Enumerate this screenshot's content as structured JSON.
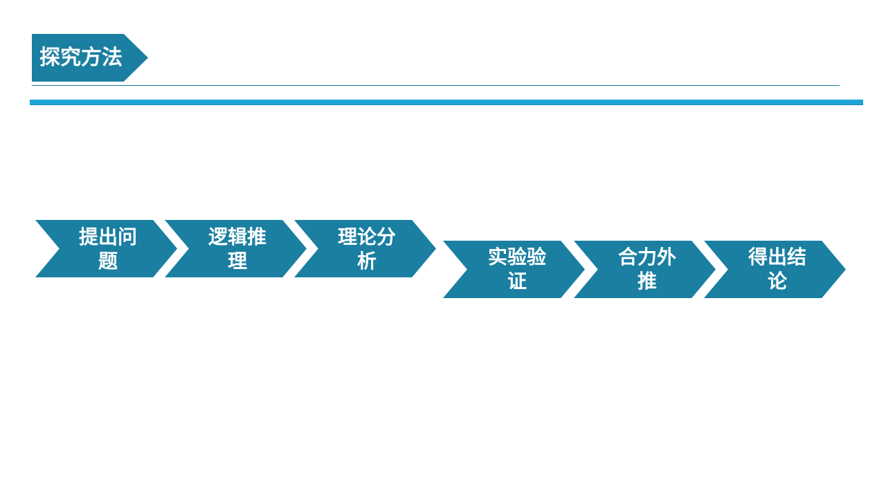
{
  "header": {
    "title": "探究方法"
  },
  "process_steps": [
    {
      "label": "提出问题"
    },
    {
      "label": "逻辑推理"
    },
    {
      "label": "理论分析"
    },
    {
      "label": "实验验证"
    },
    {
      "label": "合力外推"
    },
    {
      "label": "得出结论"
    }
  ],
  "colors": {
    "primary": "#1a7fa1",
    "accent_bar": "#1ea3d6",
    "text_on_primary": "#ffffff",
    "background": "#ffffff"
  }
}
